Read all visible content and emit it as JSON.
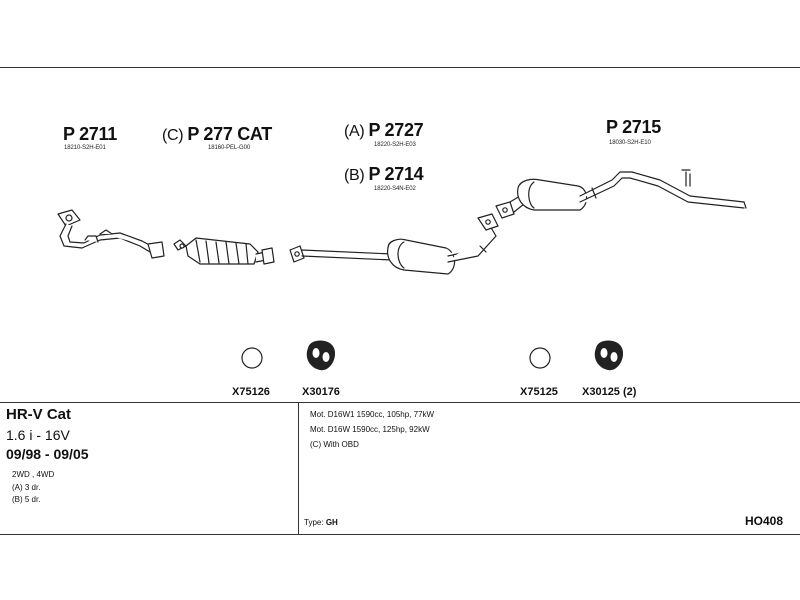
{
  "parts": [
    {
      "number": "P 2711",
      "code": "18210-S2H-E01",
      "prefix": ""
    },
    {
      "number": "P 277 CAT",
      "code": "18160-PEL-G00",
      "prefix": "(C)"
    },
    {
      "number": "P 2727",
      "code": "18220-S2H-E03",
      "prefix": "(A)"
    },
    {
      "number": "P 2714",
      "code": "18220-S4N-E02",
      "prefix": "(B)"
    },
    {
      "number": "P 2715",
      "code": "18030-S2H-E10",
      "prefix": ""
    }
  ],
  "accessories": [
    {
      "label": "X75126",
      "icon": "ring-icon"
    },
    {
      "label": "X30176",
      "icon": "rubber-hanger-icon"
    },
    {
      "label": "X75125",
      "icon": "ring-icon"
    },
    {
      "label": "X30125 (2)",
      "icon": "rubber-hanger-icon"
    }
  ],
  "vehicle": {
    "model": "HR-V Cat",
    "engine": "1.6 i - 16V",
    "years": "09/98 - 09/05",
    "drive": "2WD , 4WD",
    "variant_a": "(A) 3 dr.",
    "variant_b": "(B) 5 dr."
  },
  "specs": {
    "line1": "Mot. D16W1 1590cc, 105hp, 77kW",
    "line2": "Mot. D16W 1590cc, 125hp, 92kW",
    "line3": "(C) With OBD",
    "type_label": "Type:",
    "type_value": "GH"
  },
  "diagram_code": "HO408"
}
